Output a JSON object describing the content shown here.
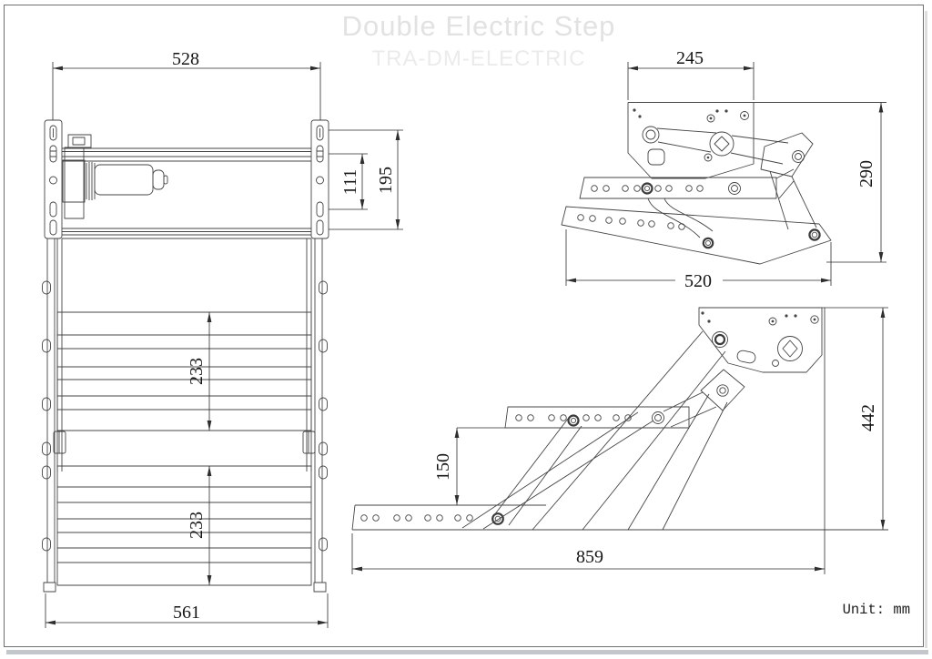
{
  "watermark": {
    "title": "Double Electric Step",
    "subtitle": "TRA-DM-ELECTRIC"
  },
  "unit": {
    "label": "Unit: mm"
  },
  "views": {
    "front": {
      "dims": {
        "top_width": "528",
        "slot_span_inner": "111",
        "slot_span_outer": "195",
        "step1_depth": "233",
        "step2_depth": "233",
        "bottom_width": "561"
      }
    },
    "folded": {
      "dims": {
        "mount_width": "245",
        "height": "290",
        "length": "520"
      }
    },
    "extended": {
      "dims": {
        "step_rise": "150",
        "height": "442",
        "reach": "859"
      }
    }
  },
  "colors": {
    "line": "#454545",
    "dim_text": "#151515",
    "watermark": "#e2e2e2"
  }
}
